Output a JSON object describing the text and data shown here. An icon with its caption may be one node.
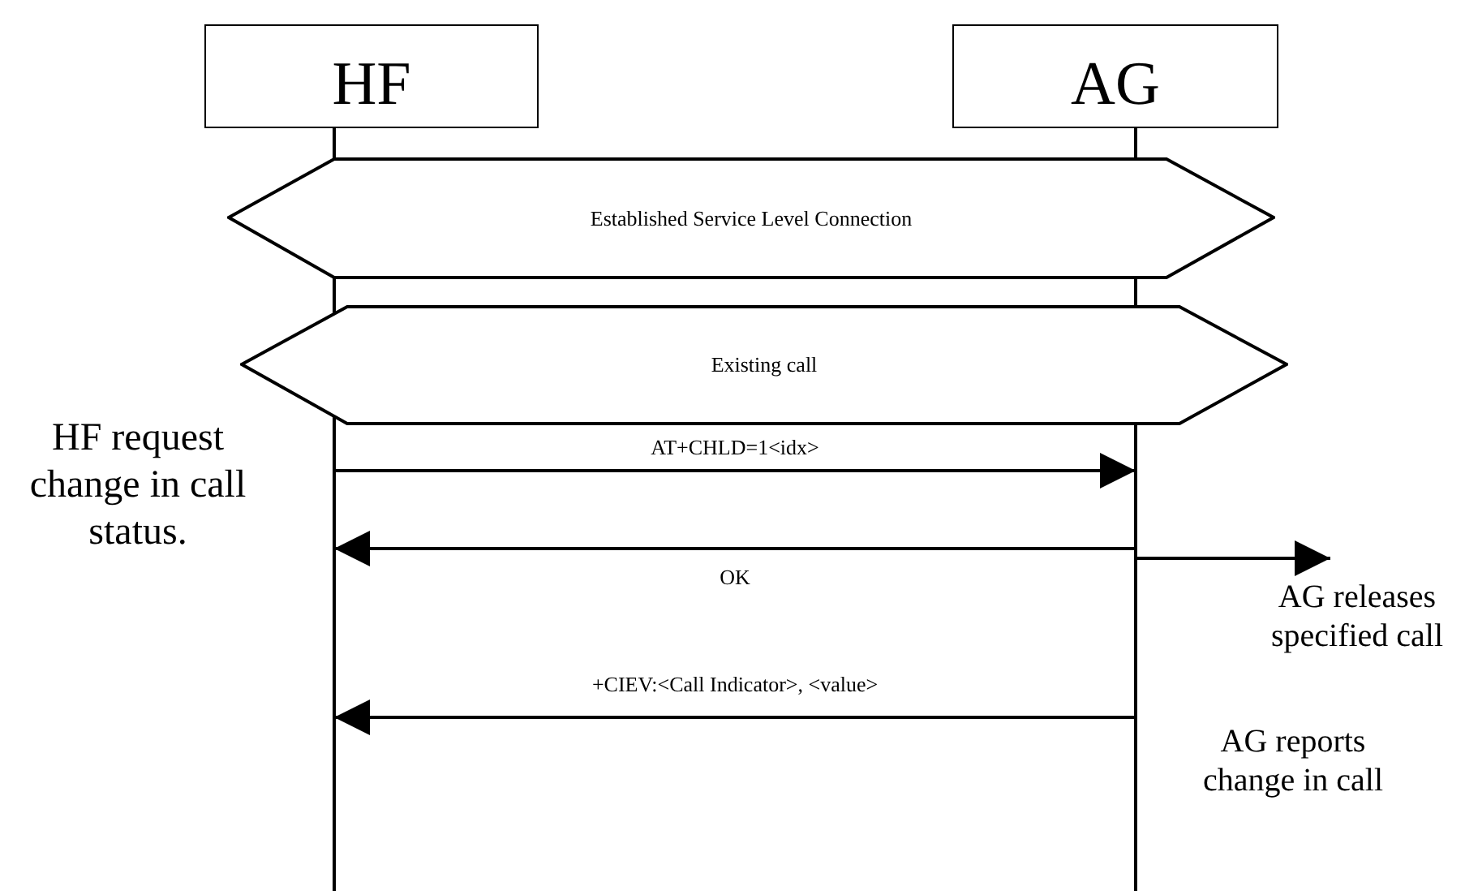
{
  "diagram": {
    "nodes": [
      {
        "text": [
          "HF"
        ]
      },
      {
        "text": [
          "AG"
        ]
      },
      {
        "text": [
          "Established Service Level Connection"
        ]
      },
      {
        "text": [
          "Existing call"
        ]
      },
      {
        "text": [
          "AG releases specified call"
        ]
      }
    ],
    "edges": [
      {
        "from": 0,
        "to": 1,
        "arrow": "to",
        "label": "AT+CHLD=1<idx>"
      },
      {
        "from": 1,
        "to": 0,
        "arrow": "to",
        "label": "OK"
      },
      {
        "from": 1,
        "to": 4,
        "arrow": "to"
      },
      {
        "from": 1,
        "to": 0,
        "arrow": "to",
        "label": "+CIEV:<Call Indicator>, <value>"
      }
    ],
    "labels": [
      "HF request change in call status.",
      "AG reports change in call"
    ]
  }
}
